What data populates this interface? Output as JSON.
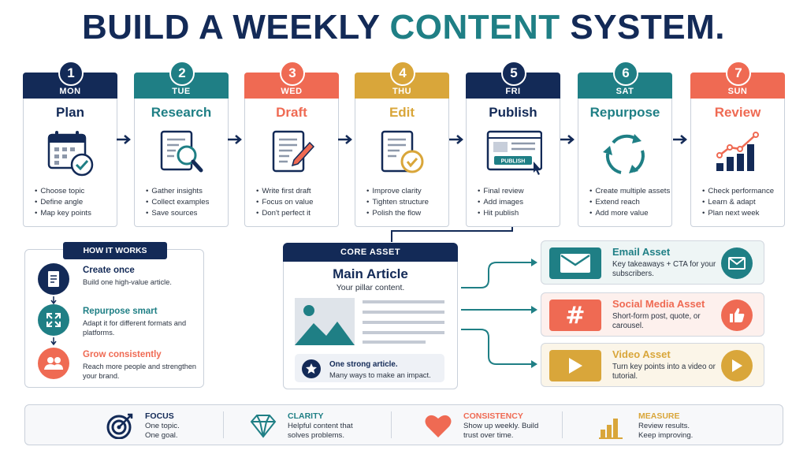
{
  "title": {
    "part1": "BUILD A WEEKLY ",
    "accent": "CONTENT",
    "part2": " SYSTEM."
  },
  "days": [
    {
      "num": "1",
      "day": "MON",
      "name": "Plan",
      "color": "#132a57",
      "bullets": [
        "Choose topic",
        "Define angle",
        "Map key points"
      ],
      "icon": "calendar-check-icon"
    },
    {
      "num": "2",
      "day": "TUE",
      "name": "Research",
      "color": "#1f7f85",
      "bullets": [
        "Gather insights",
        "Collect examples",
        "Save sources"
      ],
      "icon": "document-magnifier-icon"
    },
    {
      "num": "3",
      "day": "WED",
      "name": "Draft",
      "color": "#ef6a53",
      "bullets": [
        "Write first draft",
        "Focus on value",
        "Don't perfect it"
      ],
      "icon": "document-pencil-icon"
    },
    {
      "num": "4",
      "day": "THU",
      "name": "Edit",
      "color": "#d9a63a",
      "bullets": [
        "Improve clarity",
        "Tighten structure",
        "Polish the flow"
      ],
      "icon": "document-check-icon"
    },
    {
      "num": "5",
      "day": "FRI",
      "name": "Publish",
      "color": "#132a57",
      "bullets": [
        "Final review",
        "Add images",
        "Hit publish"
      ],
      "icon": "browser-publish-icon",
      "publish_label": "PUBLISH"
    },
    {
      "num": "6",
      "day": "SAT",
      "name": "Repurpose",
      "color": "#1f7f85",
      "bullets": [
        "Create multiple assets",
        "Extend reach",
        "Add more value"
      ],
      "icon": "recycle-arrows-icon"
    },
    {
      "num": "7",
      "day": "SUN",
      "name": "Review",
      "color": "#ef6a53",
      "bullets": [
        "Check performance",
        "Learn & adapt",
        "Plan next week"
      ],
      "icon": "bar-chart-trend-icon"
    }
  ],
  "how_it_works": {
    "label": "HOW IT WORKS",
    "items": [
      {
        "title": "Create once",
        "desc": "Build one high-value article.",
        "color": "#132a57",
        "title_color": "#132a57",
        "icon": "document-icon"
      },
      {
        "title": "Repurpose smart",
        "desc": "Adapt it for different formats and platforms.",
        "color": "#1f7f85",
        "title_color": "#1f7f85",
        "icon": "expand-arrows-icon"
      },
      {
        "title": "Grow consistently",
        "desc": "Reach more people and strengthen your brand.",
        "color": "#ef6a53",
        "title_color": "#ef6a53",
        "icon": "people-icon"
      }
    ]
  },
  "core_asset": {
    "label": "CORE ASSET",
    "title": "Main Article",
    "subtitle": "Your pillar content.",
    "note_title": "One strong article.",
    "note_desc": "Many ways to make an impact."
  },
  "assets": [
    {
      "title": "Email Asset",
      "desc": "Key takeaways + CTA for your subscribers.",
      "color": "#1f7f85",
      "bg": "#eef5f5",
      "icon": "envelope-icon"
    },
    {
      "title": "Social Media Asset",
      "desc": "Short-form post, quote, or carousel.",
      "color": "#ef6a53",
      "bg": "#fdf0ed",
      "icon": "hashtag-icon",
      "small_icon": "thumbs-up-icon",
      "hash": "#"
    },
    {
      "title": "Video Asset",
      "desc": "Turn key points into a video or tutorial.",
      "color": "#d9a63a",
      "bg": "#fbf5e8",
      "icon": "play-icon"
    }
  ],
  "footer": [
    {
      "title": "FOCUS",
      "desc": "One topic. One goal.",
      "color": "#132a57",
      "icon": "target-icon"
    },
    {
      "title": "CLARITY",
      "desc": "Helpful content that solves problems.",
      "color": "#1f7f85",
      "icon": "diamond-icon"
    },
    {
      "title": "CONSISTENCY",
      "desc": "Show up weekly. Build trust over time.",
      "color": "#ef6a53",
      "icon": "heart-icon"
    },
    {
      "title": "MEASURE",
      "desc": "Review results. Keep improving.",
      "color": "#d9a63a",
      "icon": "bar-chart-icon"
    }
  ]
}
